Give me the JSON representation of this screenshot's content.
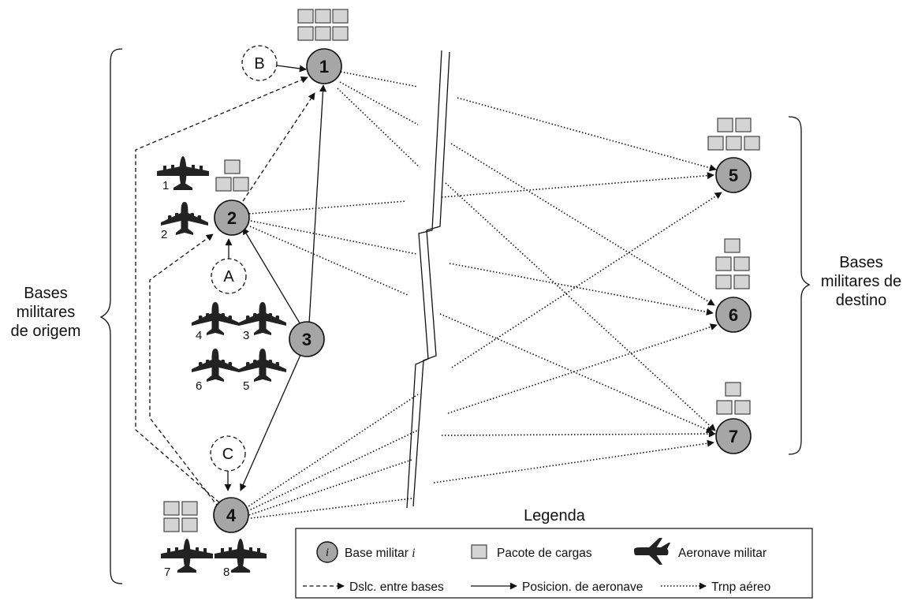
{
  "bases": {
    "b1": "1",
    "b2": "2",
    "b3": "3",
    "b4": "4",
    "b5": "5",
    "b6": "6",
    "b7": "7"
  },
  "points": {
    "a": "A",
    "b": "B",
    "c": "C"
  },
  "origin_label": [
    "Bases",
    "militares",
    "de origem"
  ],
  "destination_label": [
    "Bases",
    "militares de",
    "destino"
  ],
  "aircraft_numbers": {
    "p1": "1",
    "p2": "2",
    "p3": "3",
    "p4": "4",
    "p5": "5",
    "p6": "6",
    "p7": "7",
    "p8": "8"
  },
  "legend": {
    "title": "Legenda",
    "node_symbol": "i",
    "base_text": "Base militar",
    "base_italic": "i",
    "cargo": "Pacote de cargas",
    "aircraft": "Aeronave militar",
    "relocation": "Dslc. entre bases",
    "positioning": "Posicion. de aeronave",
    "transport": "Trnp aéreo"
  },
  "colors": {
    "node_fill": "#a6a6a6",
    "cargo_fill": "#d4d4d4",
    "aircraft": "#222222"
  }
}
